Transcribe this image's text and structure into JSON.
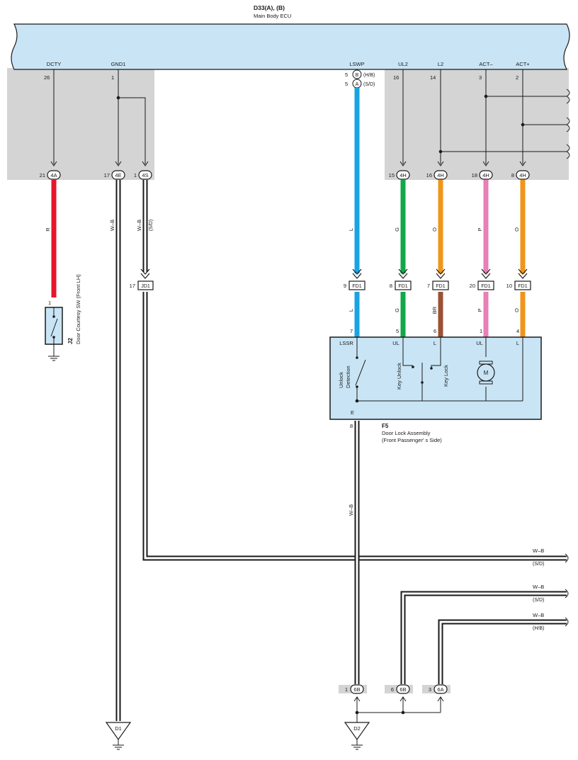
{
  "ecu": {
    "ref": "D33(A), (B)",
    "name": "Main Body ECU"
  },
  "ecu_pins": {
    "dcty": {
      "label": "DCTY",
      "pin": "26"
    },
    "gnd1": {
      "label": "GND1",
      "pin": "1"
    },
    "lswp": {
      "label": "LSWP",
      "pin_b": "5",
      "conn_b": "B",
      "tag_b": "(H/B)",
      "pin_a": "5",
      "conn_a": "A",
      "tag_a": "(S/D)"
    },
    "ul2": {
      "label": "UL2",
      "pin": "16"
    },
    "l2": {
      "label": "L2",
      "pin": "14"
    },
    "act_minus": {
      "label": "ACT–",
      "pin": "3"
    },
    "act_plus": {
      "label": "ACT+",
      "pin": "2"
    }
  },
  "junctions_top": [
    {
      "pin": "21",
      "conn": "4A"
    },
    {
      "pin": "17",
      "conn": "4E"
    },
    {
      "pin": "1",
      "conn": "4S"
    },
    {
      "pin": "15",
      "conn": "4H"
    },
    {
      "pin": "16",
      "conn": "4H"
    },
    {
      "pin": "18",
      "conn": "4H"
    },
    {
      "pin": "8",
      "conn": "4H"
    }
  ],
  "wire_codes_upper": {
    "r": "R",
    "wb1": "W–B",
    "wb2": "W–B",
    "wb2_tag": "(S/D)",
    "l": "L",
    "g": "G",
    "o1": "O",
    "p": "P",
    "o2": "O"
  },
  "inline_connectors": [
    {
      "pin": "17",
      "conn": "JD1"
    },
    {
      "pin": "9",
      "conn": "FD1"
    },
    {
      "pin": "8",
      "conn": "FD1"
    },
    {
      "pin": "7",
      "conn": "FD1"
    },
    {
      "pin": "20",
      "conn": "FD1"
    },
    {
      "pin": "10",
      "conn": "FD1"
    }
  ],
  "wire_codes_lower": {
    "l": "L",
    "g": "G",
    "br": "BR",
    "p": "P",
    "o": "O"
  },
  "switch_j2": {
    "pin": "1",
    "ref": "J2",
    "name": "Door Courtesy SW (Front LH)"
  },
  "assembly": {
    "ref": "F5",
    "name": "Door Lock Assembly",
    "side": "(Front Passenger' s Side)",
    "pins_top": [
      "7",
      "5",
      "6",
      "1",
      "4"
    ],
    "terms_top": [
      "LSSR",
      "UL",
      "L",
      "UL",
      "L"
    ],
    "term_e": "E",
    "pin_e": "8",
    "unlock_detection": [
      "Unlock",
      "Detection"
    ],
    "key_unlock": "Key Unlock",
    "key_lock": "Key Lock",
    "motor": "M"
  },
  "wire_assy_ground": "W–B",
  "right_wires": [
    {
      "code": "W–B",
      "tag": "(S/D)"
    },
    {
      "code": "W–B",
      "tag": "(S/D)"
    },
    {
      "code": "W–B",
      "tag": "(H/B)"
    }
  ],
  "bottom_junctions": [
    {
      "pin": "1",
      "conn": "6B"
    },
    {
      "pin": "6",
      "conn": "6B"
    },
    {
      "pin": "3",
      "conn": "6A"
    }
  ],
  "grounds": {
    "d1": "D1",
    "d2": "D2"
  },
  "colors": {
    "ecu_fill": "#c9e5f5",
    "ecu_panel": "#d4d4d4",
    "assembly_fill": "#c9e5f5",
    "red": "#e8152b",
    "blue": "#1aa3e3",
    "green": "#12a84a",
    "orange": "#ef951b",
    "pink": "#e97fb7",
    "brown": "#9a5233"
  }
}
